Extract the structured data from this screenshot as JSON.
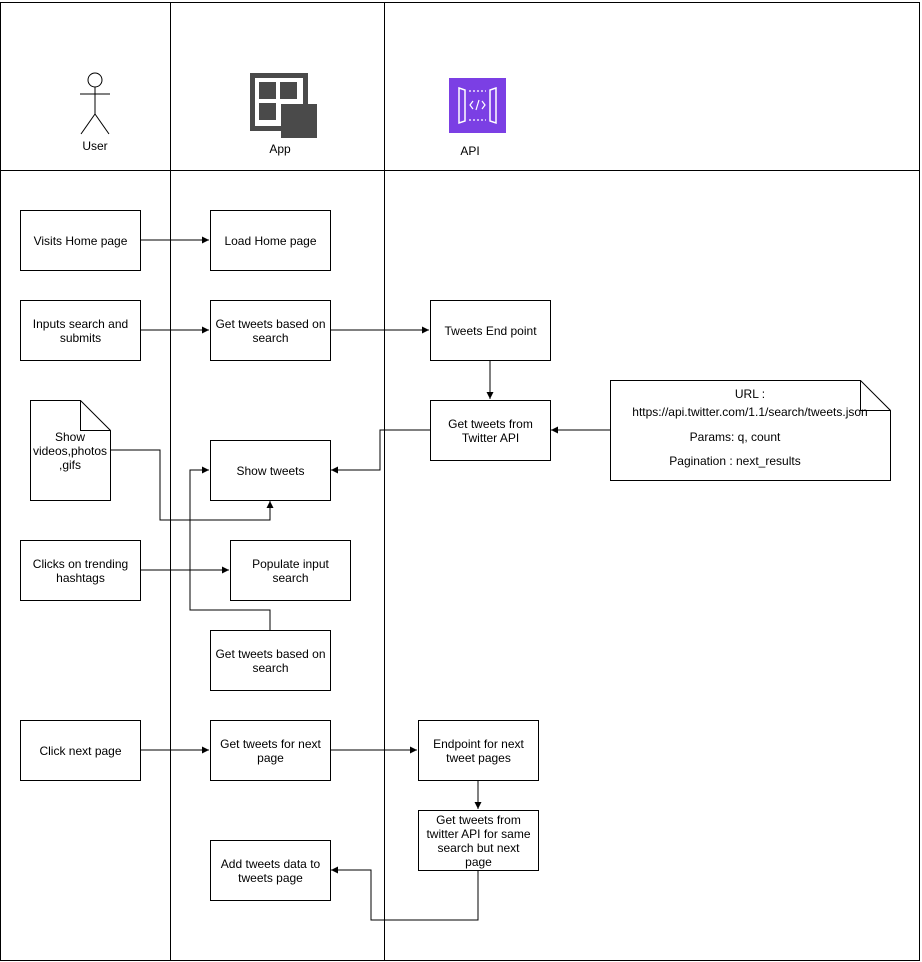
{
  "lanes": {
    "user": "User",
    "app": "App",
    "api": "API"
  },
  "icons": {
    "user": "stick-figure-icon",
    "app": "app-grid-icon",
    "api": "api-gateway-icon",
    "api_color": "#7b3fe4"
  },
  "boxes": {
    "visits_home": "Visits Home page",
    "load_home": "Load Home page",
    "inputs_search": "Inputs search and submits",
    "get_tweets_search": "Get tweets based on search",
    "tweets_endpoint": "Tweets End point",
    "get_tweets_twitter": "Get tweets from Twitter API",
    "show_media": "Show videos,photos ,gifs",
    "show_tweets": "Show tweets",
    "clicks_trending": "Clicks on trending hashtags",
    "populate_input": "Populate input search",
    "get_tweets_search_2": "Get tweets based on search",
    "click_next": "Click next page",
    "get_tweets_next": "Get tweets for next page",
    "endpoint_next": "Endpoint for next tweet pages",
    "get_tweets_same": "Get tweets from twitter API for same search but next page",
    "add_tweets": "Add tweets data to tweets page"
  },
  "note": {
    "url_label": "URL :",
    "url": "https://api.twitter.com/1.1/search/tweets.json",
    "params": "Params: q, count",
    "pagination": "Pagination : next_results"
  }
}
